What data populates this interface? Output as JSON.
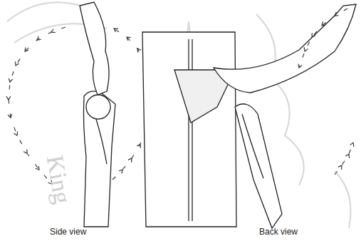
{
  "diagram": {
    "labels": [
      "Side view",
      "Back view",
      "King"
    ]
  }
}
